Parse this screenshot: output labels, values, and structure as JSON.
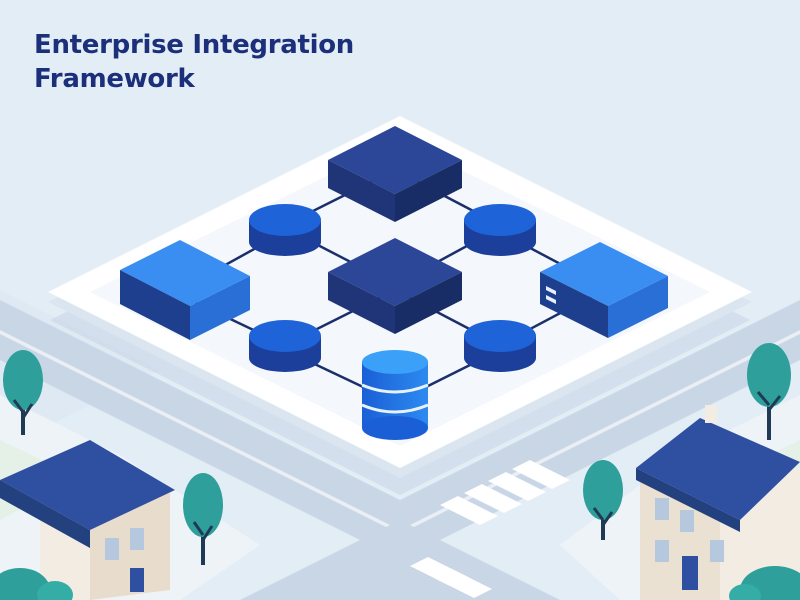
{
  "title": "Enterprise Integration Framework",
  "colors": {
    "background": "#e3edf6",
    "title": "#1b2f7a",
    "platform_top": "#ffffff",
    "platform_edge": "#d8e3ee",
    "road": "#c6d3e3",
    "road_marking": "#ffffff",
    "grass": "#e9f2ea",
    "dark_block": "#263f8c",
    "bright_block": "#2f7fe6",
    "node_blue": "#1f63d9",
    "connector": "#1b2f6a",
    "tree": "#2e9f9a",
    "house_wall": "#f3ece3",
    "house_roof": "#2f4fa1"
  },
  "diagram": {
    "hubs": [
      "server-block-top",
      "server-block-center"
    ],
    "modules": [
      "module-left",
      "module-right"
    ],
    "nodes": [
      "node-left-top",
      "node-right-top",
      "node-left-bottom",
      "node-right-bottom"
    ],
    "storage": "database-cylinder"
  },
  "icons": {
    "rack": "server-rack-icon",
    "database": "database-icon"
  }
}
